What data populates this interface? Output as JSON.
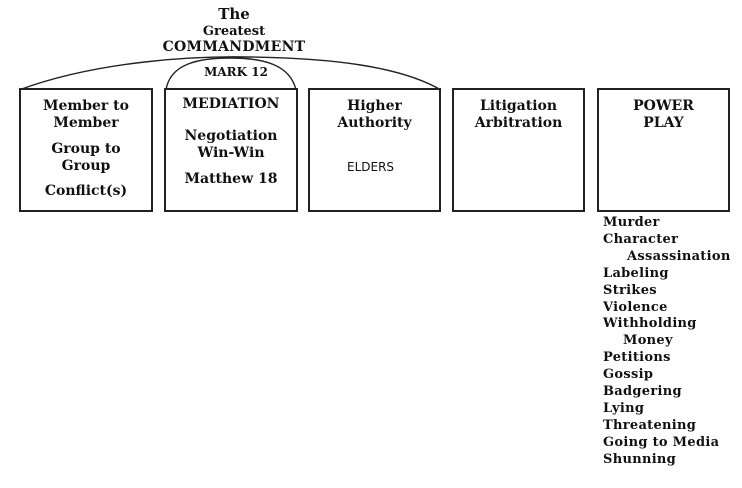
{
  "title": {
    "line1": "The",
    "line2": "Greatest",
    "line3": "COMMANDMENT"
  },
  "mark_label": "MARK 12",
  "boxes": [
    {
      "lines": [
        "Member to",
        "Member",
        "Group to",
        "Group",
        "Conflict(s)"
      ]
    },
    {
      "lines": [
        "MEDIATION",
        "Negotiation",
        "Win-Win",
        "Matthew 18"
      ]
    },
    {
      "lines": [
        "Higher",
        "Authority"
      ],
      "note": "ELDERS"
    },
    {
      "lines": [
        "Litigation",
        "Arbitration"
      ]
    },
    {
      "lines": [
        "POWER",
        "PLAY"
      ]
    }
  ],
  "power_play_tactics": [
    "Murder",
    "Character",
    "Assassination",
    "Labeling",
    "Strikes",
    "Violence",
    "Withholding",
    "Money",
    "Petitions",
    "Gossip",
    "Badgering",
    "Lying",
    "Threatening",
    "Going to Media",
    "Shunning"
  ]
}
